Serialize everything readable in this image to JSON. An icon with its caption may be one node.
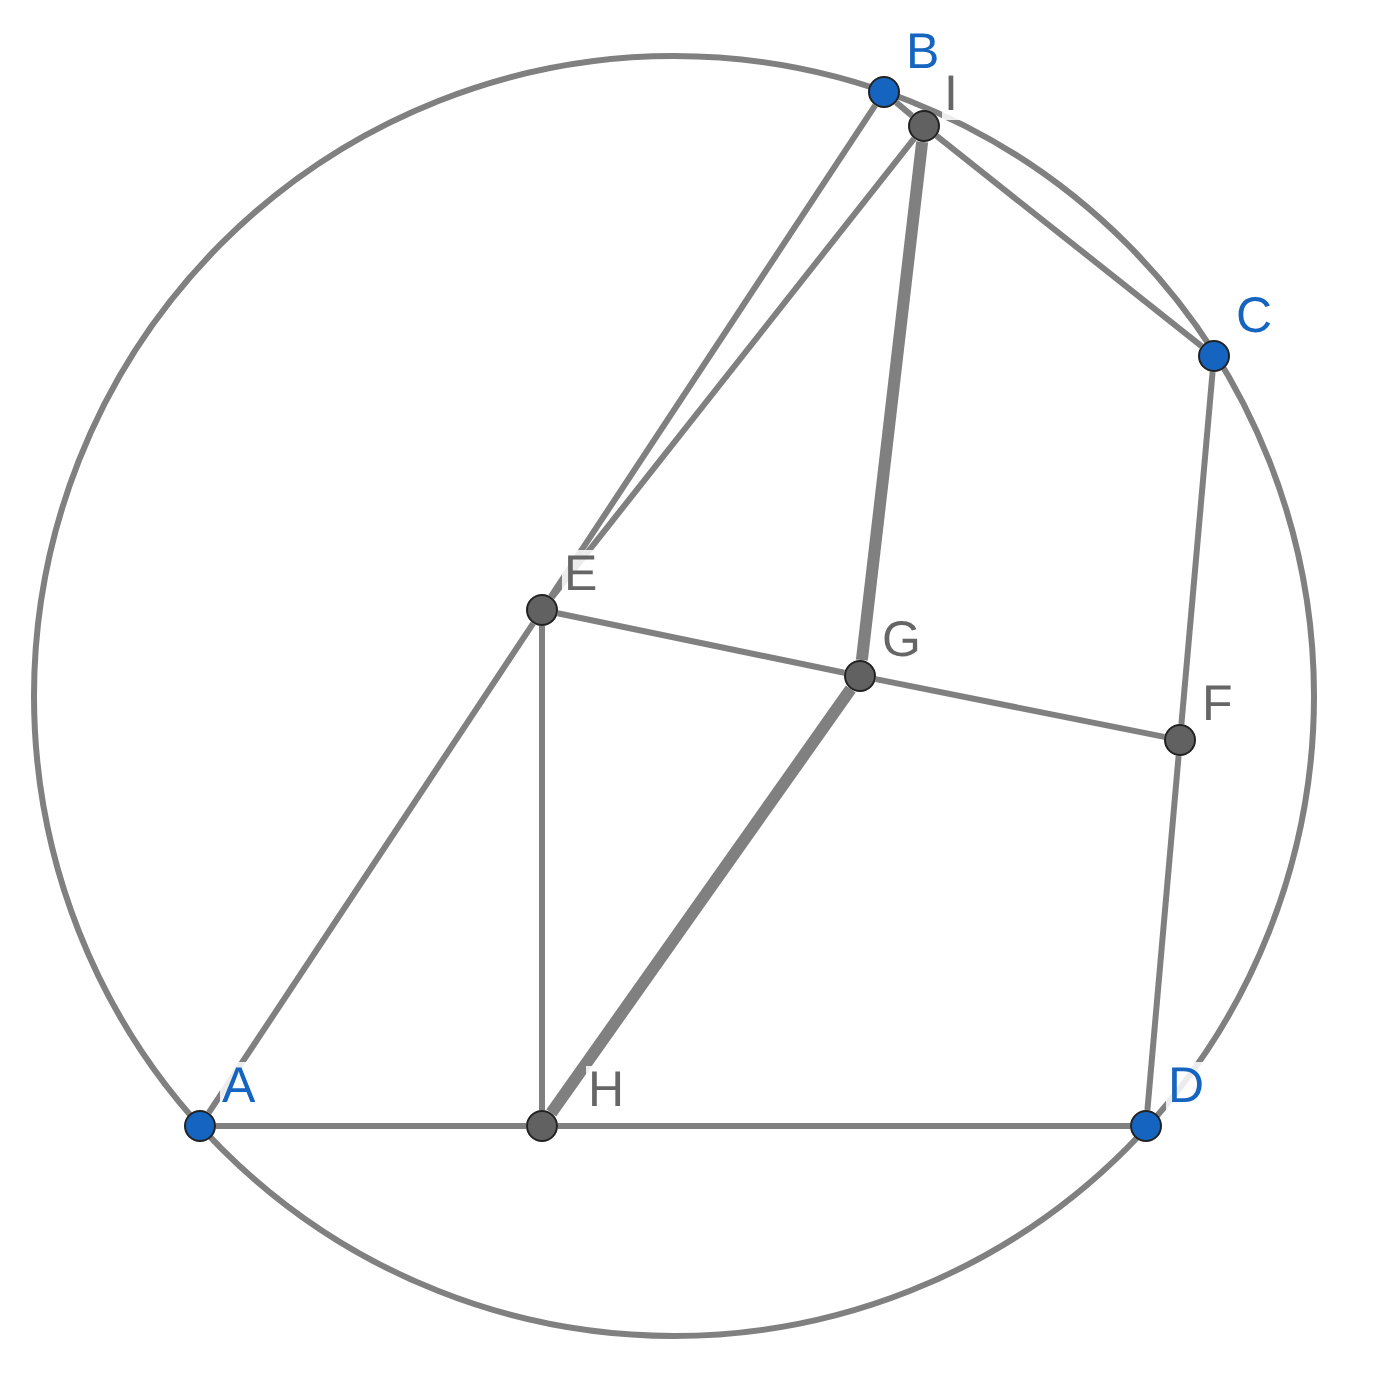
{
  "diagram": {
    "nodes": [
      {
        "text": [
          "A"
        ]
      },
      {
        "text": [
          "B"
        ]
      },
      {
        "text": [
          "C"
        ]
      },
      {
        "text": [
          "D"
        ]
      },
      {
        "text": [
          "E"
        ]
      },
      {
        "text": [
          "F"
        ]
      },
      {
        "text": [
          "G"
        ]
      },
      {
        "text": [
          "H"
        ]
      },
      {
        "text": [
          "I"
        ]
      }
    ],
    "edges": [
      {
        "from": 0,
        "to": 4,
        "arrow": "none"
      },
      {
        "from": 4,
        "to": 1,
        "arrow": "none"
      },
      {
        "from": 4,
        "to": 8,
        "arrow": "none"
      },
      {
        "from": 1,
        "to": 8,
        "arrow": "none"
      },
      {
        "from": 8,
        "to": 2,
        "arrow": "none"
      },
      {
        "from": 2,
        "to": 5,
        "arrow": "none"
      },
      {
        "from": 5,
        "to": 3,
        "arrow": "none"
      },
      {
        "from": 3,
        "to": 7,
        "arrow": "none"
      },
      {
        "from": 7,
        "to": 0,
        "arrow": "none"
      },
      {
        "from": 4,
        "to": 7,
        "arrow": "none"
      },
      {
        "from": 4,
        "to": 6,
        "arrow": "none"
      },
      {
        "from": 6,
        "to": 5,
        "arrow": "none"
      },
      {
        "from": 6,
        "to": 8,
        "arrow": "none",
        "style": "thick"
      },
      {
        "from": 6,
        "to": 7,
        "arrow": "none",
        "style": "thick"
      }
    ]
  }
}
